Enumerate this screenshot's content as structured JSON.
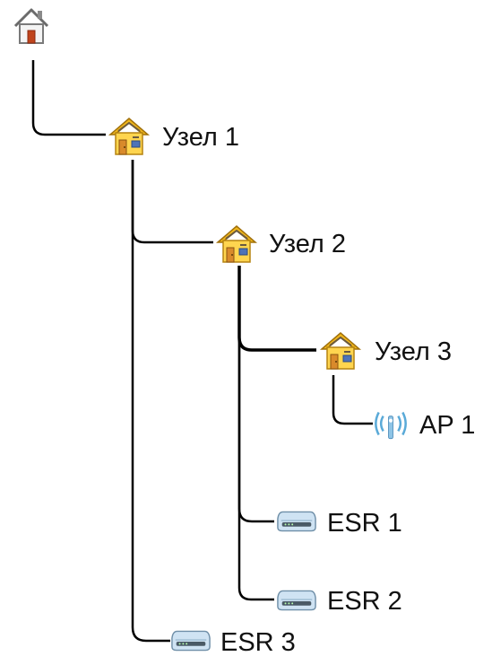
{
  "tree": {
    "root": {
      "icon": "home-icon"
    },
    "nodes": [
      {
        "id": "node1",
        "label": "Узел 1",
        "icon": "node-house-icon"
      },
      {
        "id": "node2",
        "label": "Узел 2",
        "icon": "node-house-icon"
      },
      {
        "id": "node3",
        "label": "Узел 3",
        "icon": "node-house-icon"
      },
      {
        "id": "ap1",
        "label": "AP 1",
        "icon": "access-point-icon"
      },
      {
        "id": "esr1",
        "label": "ESR 1",
        "icon": "router-icon"
      },
      {
        "id": "esr2",
        "label": "ESR 2",
        "icon": "router-icon"
      },
      {
        "id": "esr3",
        "label": "ESR 3",
        "icon": "router-icon"
      }
    ]
  },
  "colors": {
    "connector": "#000000",
    "house_roof": "#f2b81c",
    "house_wall": "#ffd54f",
    "router_body": "#cfe3f3",
    "antenna": "#5aaad8"
  }
}
